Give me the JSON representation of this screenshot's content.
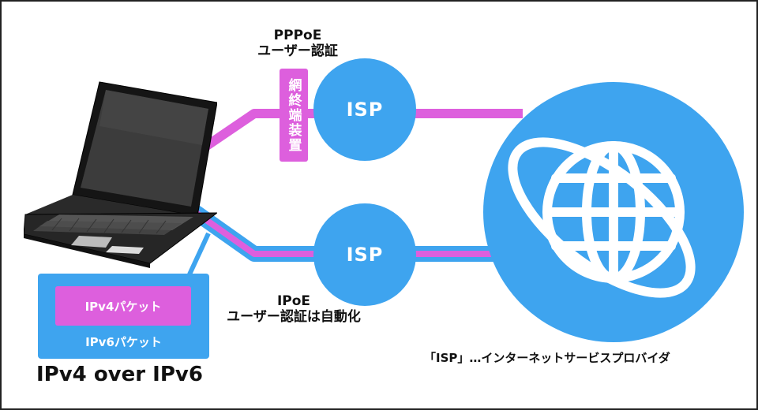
{
  "labels": {
    "pppoe_title": "PPPoE",
    "pppoe_subtitle": "ユーザー認証",
    "device": "網終端装置",
    "isp_top": "ISP",
    "isp_bottom": "ISP",
    "ipoe_title": "IPoE",
    "ipoe_subtitle": "ユーザー認証は自動化",
    "ipv4_packet": "IPv4パケット",
    "ipv6_packet": "IPv6パケット",
    "caption": "IPv4 over IPv6",
    "note": "「ISP」…インターネットサービスプロバイダ"
  },
  "colors": {
    "ipv4_route": "#dd5fdd",
    "ipv6_route": "#3ea4ef",
    "isp": "#3ea4ef",
    "globe": "#3ea4ef",
    "border": "#222222"
  },
  "icons": {
    "laptop": "laptop-icon",
    "globe": "globe-icon"
  }
}
